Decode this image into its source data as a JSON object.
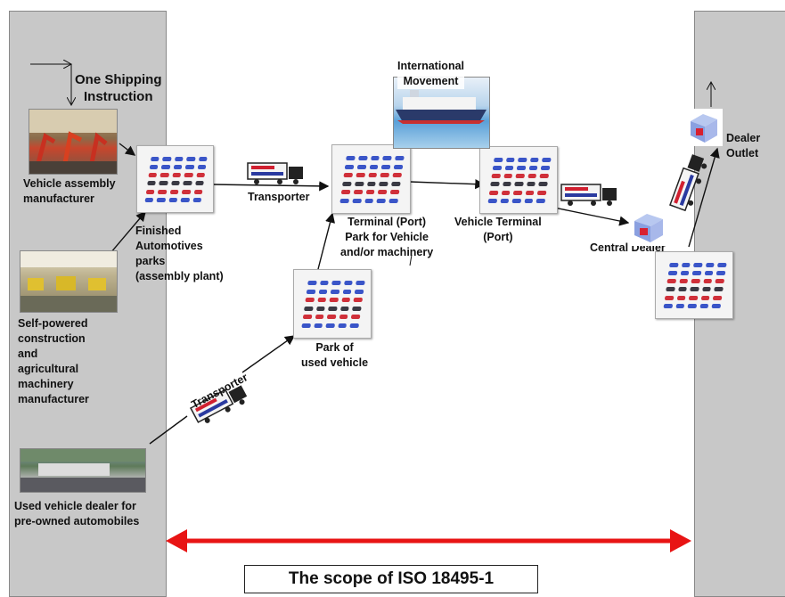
{
  "shipping_instruction": "One Shipping\nInstruction",
  "international_movement": "International\nMovement",
  "labels": {
    "vehicle_assembly": "Vehicle assembly\nmanufacturer",
    "finished_parks": "Finished\nAutomotives\nparks\n (assembly plant)",
    "self_powered": "Self-powered\nconstruction\nand\nagricultural\nmachinery\nmanufacturer",
    "used_dealer": "Used vehicle dealer for\npre-owned automobiles",
    "transporter_top": "Transporter",
    "transporter_bottom": "Transporter",
    "park_used": "Park of\nused vehicle",
    "terminal_port": "Terminal (Port)\nPark for Vehicle\nand/or machinery",
    "vehicle_terminal": "Vehicle Terminal\n(Port)",
    "central_dealer": "Central Dealer",
    "dealer_outlet": "Dealer\nOutlet"
  },
  "scope_title": "The scope of ISO 18495-1",
  "colors": {
    "panel": "#c8c8c8",
    "scope_arrow": "#e81414",
    "car_blue": "#3a55c8",
    "car_red": "#d0303a",
    "car_dark": "#3a3a44"
  }
}
